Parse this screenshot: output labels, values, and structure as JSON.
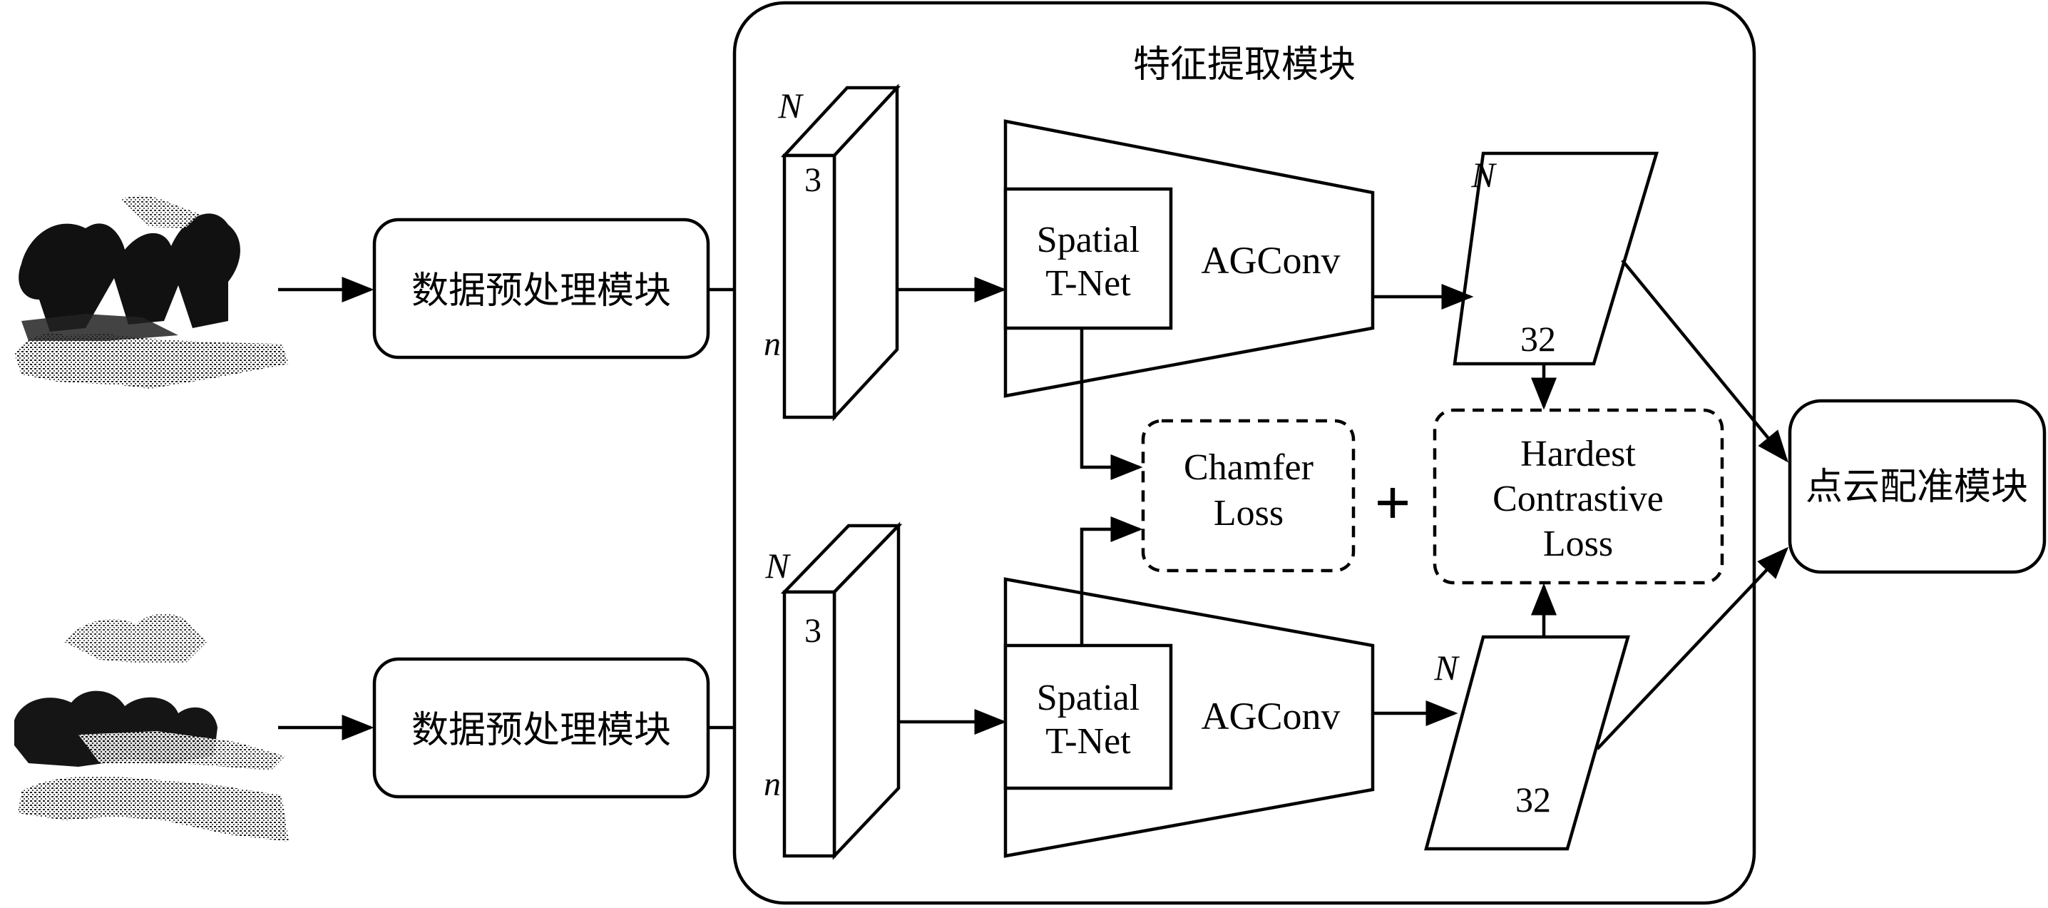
{
  "module_title": "特征提取模块",
  "preprocess_label": "数据预处理模块",
  "registration_label": "点云配准模块",
  "input_dims": {
    "N": "N",
    "n": "n",
    "three": "3"
  },
  "encoder": {
    "spatial": [
      "Spatial",
      "T-Net"
    ],
    "agconv": "AGConv"
  },
  "feature_dims": {
    "N": "N",
    "dim": "32"
  },
  "chamfer_loss": [
    "Chamfer",
    "Loss"
  ],
  "plus": "+",
  "contrastive_loss": [
    "Hardest",
    "Contrastive",
    "Loss"
  ]
}
